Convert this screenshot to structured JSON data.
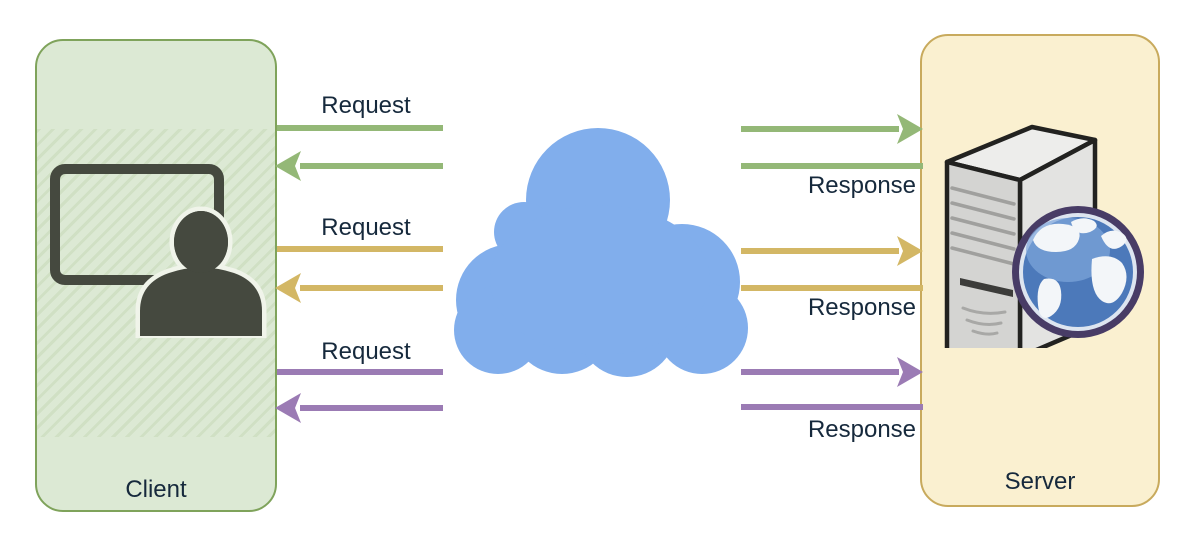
{
  "diagram": {
    "client": {
      "label": "Client"
    },
    "server": {
      "label": "Server"
    },
    "flows": [
      {
        "name": "flow-top",
        "color": "#94b877",
        "request_label": "Request",
        "response_label": "Response"
      },
      {
        "name": "flow-middle",
        "color": "#d3b765",
        "request_label": "Request",
        "response_label": "Response"
      },
      {
        "name": "flow-bottom",
        "color": "#9b7bb4",
        "request_label": "Request",
        "response_label": "Response"
      }
    ],
    "colors": {
      "client_box_fill": "#dce9d4",
      "client_box_border": "#7fa35b",
      "server_box_fill": "#faf0d0",
      "server_box_border": "#c8aa5d",
      "cloud_fill": "#81aeec",
      "label_text": "#16293c",
      "icon_dark": "#45493f"
    },
    "icons": {
      "client": "user-at-monitor-icon",
      "network": "cloud-icon",
      "server": "server-tower-icon",
      "internet": "globe-icon"
    }
  }
}
